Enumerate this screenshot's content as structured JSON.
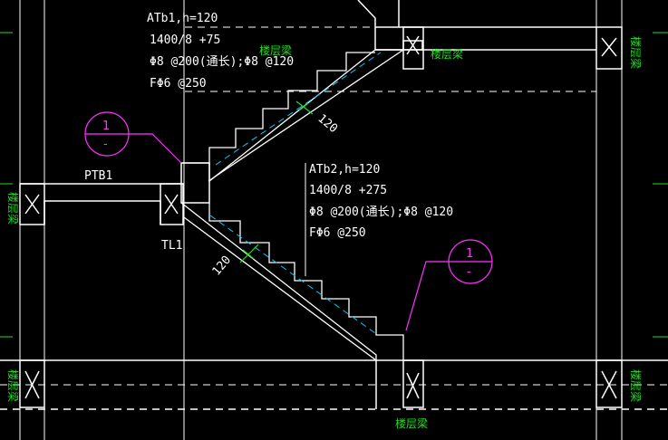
{
  "colors": {
    "background": "#000000",
    "line": "#ffffff",
    "dim": "#22dd22",
    "section": "#ff33ff",
    "hidden": "#00c8ff"
  },
  "notes": {
    "atb1": {
      "title": "ATb1,h=120",
      "l2": "1400/8 +75",
      "l3": "Φ8 @200(通长);Φ8 @120",
      "l4": "FΦ6 @250"
    },
    "atb2": {
      "title": "ATb2,h=120",
      "l2": "1400/8 +275",
      "l3": "Φ8 @200(通长);Φ8 @120",
      "l4": "FΦ6 @250"
    }
  },
  "labels": {
    "beam_top": "楼层梁",
    "beam_top_left": "楼层梁",
    "beam_bottom": "楼层梁",
    "beam_right_top": "楼层梁",
    "beam_right_bottom": "楼层梁",
    "beam_left_top": "楼层梁",
    "beam_left_bottom": "楼层梁",
    "ptb1": "PTB1",
    "tl1": "TL1",
    "dim1": "120",
    "dim2": "120"
  },
  "sections": {
    "upper": {
      "num": "1",
      "sub": "-"
    },
    "lower": {
      "num": "1",
      "sub": "-"
    }
  }
}
